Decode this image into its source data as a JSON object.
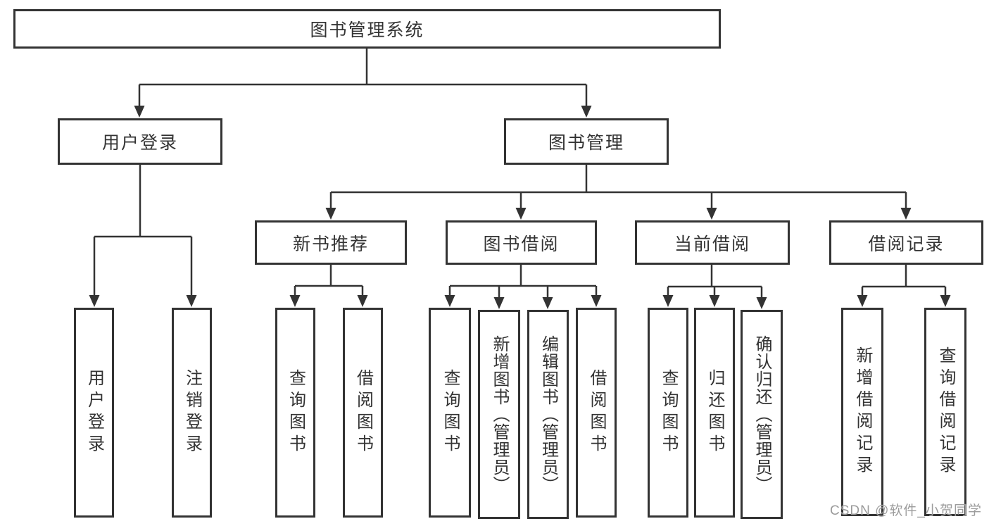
{
  "diagram": {
    "root": {
      "label": "图书管理系统",
      "children": [
        {
          "label": "用户登录",
          "children": [
            {
              "label": "用户登录"
            },
            {
              "label": "注销登录"
            }
          ]
        },
        {
          "label": "图书管理",
          "children": [
            {
              "label": "新书推荐",
              "children": [
                {
                  "label": "查询图书"
                },
                {
                  "label": "借阅图书"
                }
              ]
            },
            {
              "label": "图书借阅",
              "children": [
                {
                  "label": "查询图书"
                },
                {
                  "label": "新增图书（管理员）"
                },
                {
                  "label": "编辑图书（管理员）"
                },
                {
                  "label": "借阅图书"
                }
              ]
            },
            {
              "label": "当前借阅",
              "children": [
                {
                  "label": "查询图书"
                },
                {
                  "label": "归还图书"
                },
                {
                  "label": "确认归还（管理员）"
                }
              ]
            },
            {
              "label": "借阅记录",
              "children": [
                {
                  "label": "新增借阅记录"
                },
                {
                  "label": "查询借阅记录"
                }
              ]
            }
          ]
        }
      ]
    }
  },
  "watermark": {
    "text": "CSDN @软件_小贺同学"
  },
  "colors": {
    "line": "#333333",
    "node_border": "#333333",
    "text": "#333333",
    "watermark": "#9b9b9b",
    "background": "#ffffff"
  }
}
